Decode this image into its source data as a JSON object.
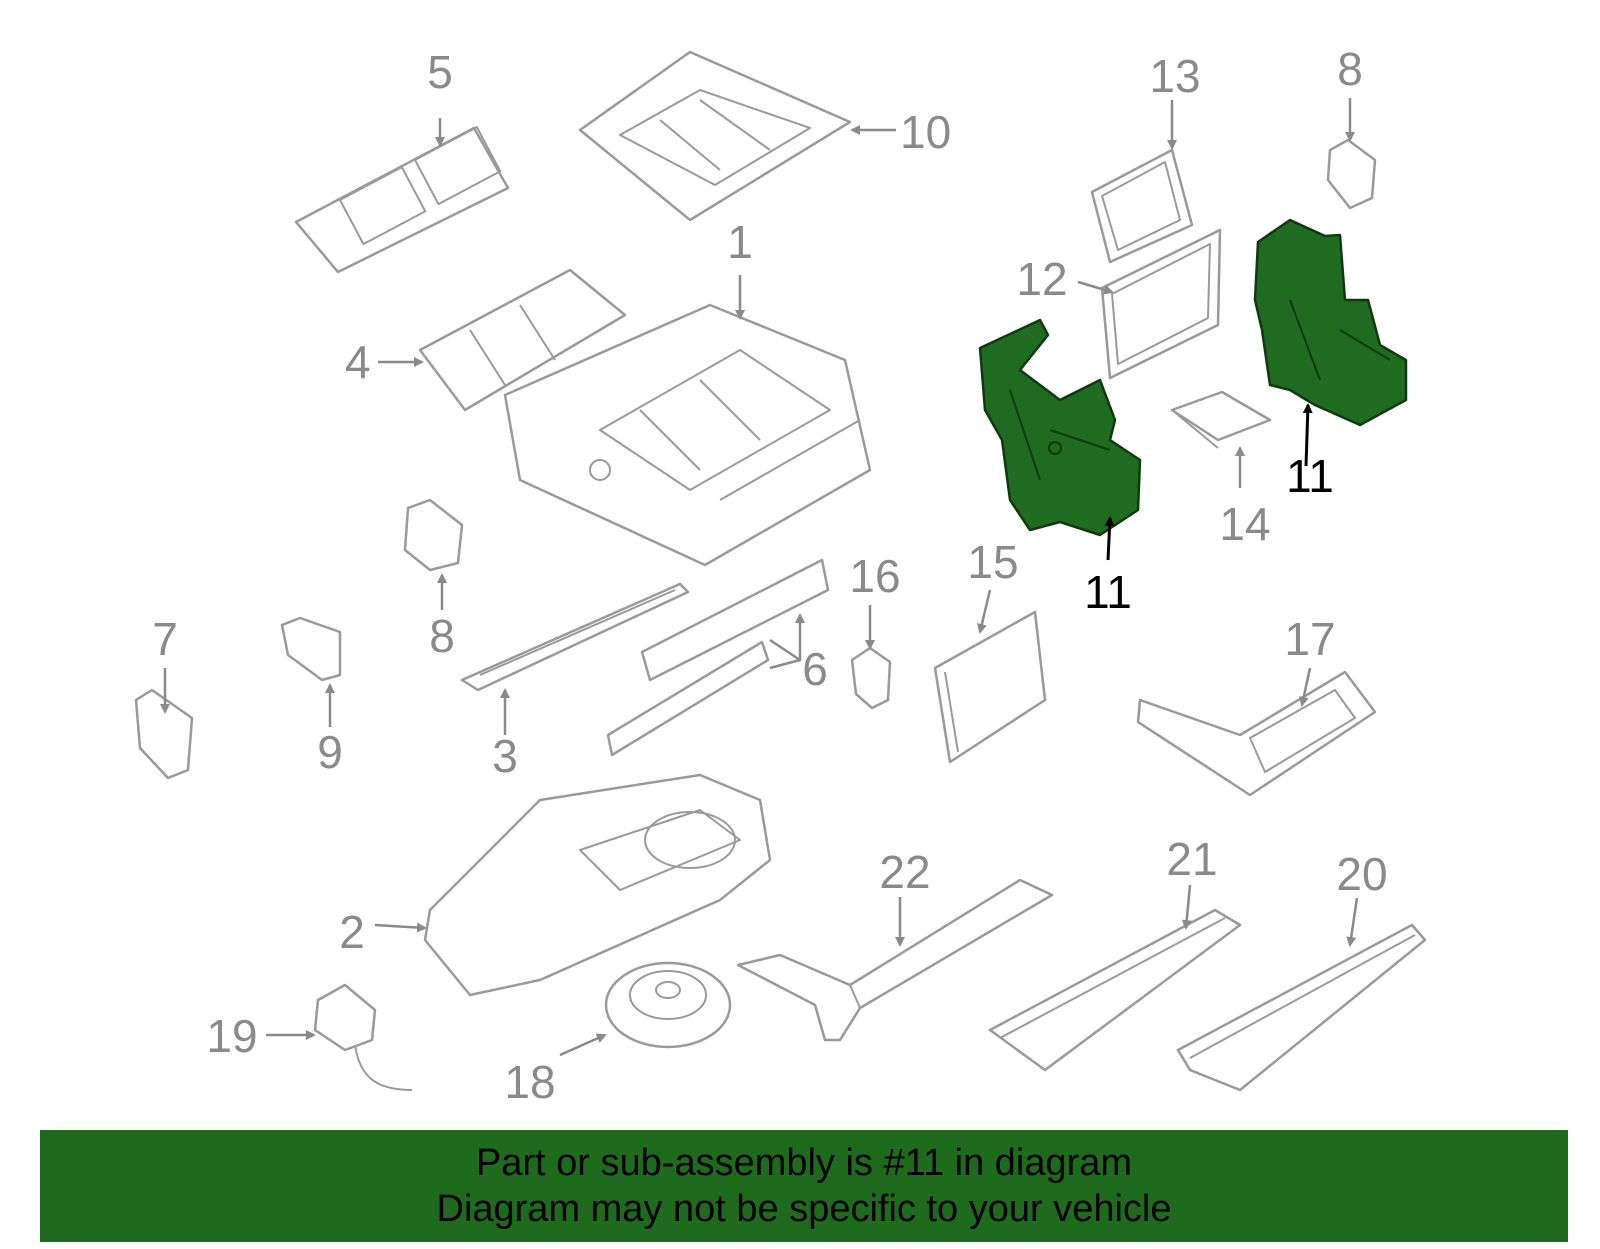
{
  "diagram": {
    "highlight_color": "#1e6b1e",
    "callouts": {
      "c1": "1",
      "c2": "2",
      "c3": "3",
      "c4": "4",
      "c5": "5",
      "c6": "6",
      "c7": "7",
      "c8a": "8",
      "c8b": "8",
      "c9": "9",
      "c10": "10",
      "c11a": "11",
      "c11b": "11",
      "c12": "12",
      "c13": "13",
      "c14": "14",
      "c15": "15",
      "c16": "16",
      "c17": "17",
      "c18": "18",
      "c19": "19",
      "c20": "20",
      "c21": "21",
      "c22": "22"
    }
  },
  "banner": {
    "line1": "Part or sub-assembly is #11 in diagram",
    "line2": "Diagram may not be specific to your vehicle"
  }
}
